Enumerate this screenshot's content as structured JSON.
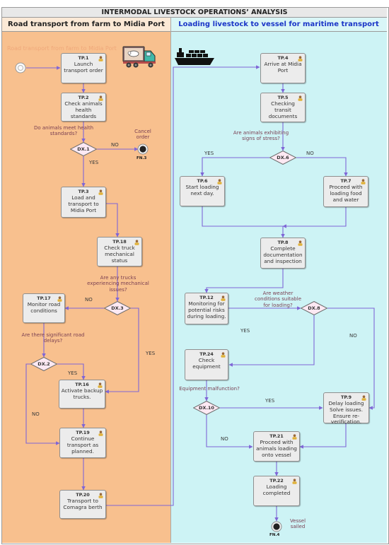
{
  "title": "INTERMODAL LIVESTOCK OPERATIONS’ ANALYSIS",
  "lanes": {
    "road": {
      "title": "Road transport from farm to Midia Port",
      "ghost": "Road transport from farm to Midia Port"
    },
    "sea": {
      "title": "Loading livestock to vessel for maritime transport"
    }
  },
  "colors": {
    "road_lane": "#f8c08e",
    "sea_lane": "#cdf3f5",
    "edge": "#7f66d6",
    "node_fill": "#ececec",
    "sea_title": "#1a35c7",
    "decision_fill": "#fde9f3"
  },
  "icons": {
    "truck": "livestock-truck-icon",
    "ship": "cargo-ship-icon",
    "task": "person-task-icon"
  },
  "nodes": {
    "tp1": {
      "id": "TP.1",
      "label": "Launch transport order"
    },
    "tp2": {
      "id": "TP.2",
      "label": "Check animals health standards"
    },
    "tp3": {
      "id": "TP.3",
      "label": "Load and transport to Midia Port"
    },
    "tp18": {
      "id": "TP.18",
      "label": "Check truck mechanical status"
    },
    "tp17": {
      "id": "TP.17",
      "label": "Monitor road conditions"
    },
    "tp16": {
      "id": "TP.16",
      "label": "Activate backup trucks."
    },
    "tp19": {
      "id": "TP.19",
      "label": "Continue transport as planned."
    },
    "tp20": {
      "id": "TP.20",
      "label": "Transport to Comagra berth"
    },
    "tp4": {
      "id": "TP.4",
      "label": "Arrive at Midia Port"
    },
    "tp5": {
      "id": "TP.5",
      "label": "Checking transit documents"
    },
    "tp6": {
      "id": "TP.6",
      "label": "Start loading next day."
    },
    "tp7": {
      "id": "TP.7",
      "label": "Proceed with loading food and water"
    },
    "tp8": {
      "id": "TP.8",
      "label": "Complete documentation and inspection"
    },
    "tp12": {
      "id": "TP.12",
      "label": "Monitoring for potential risks during loading."
    },
    "tp24": {
      "id": "TP.24",
      "label": "Check equipment"
    },
    "tp9": {
      "id": "TP.9",
      "label": "Delay loading Solve issues. Ensure re-verification."
    },
    "tp21": {
      "id": "TP.21",
      "label": "Proceed with animals loading onto vessel"
    },
    "tp22": {
      "id": "TP.22",
      "label": "Loading completed"
    }
  },
  "decisions": {
    "dx1": {
      "id": "DX.1",
      "question": "Do animals meet health standards?"
    },
    "dx3": {
      "id": "DX.3",
      "question": "Are any trucks experiencing mechanical issues?"
    },
    "dx2": {
      "id": "DX.2",
      "question": "Are there significant road delays?"
    },
    "dx6": {
      "id": "DX.6",
      "question": "Are animals exhibiting signs of stress?"
    },
    "dx8": {
      "id": "DX.8",
      "question": "Are weather conditions suitable for loading?"
    },
    "dx10": {
      "id": "DX.10",
      "question": "Equipment malfunction?"
    }
  },
  "ends": {
    "fn3": {
      "id": "FN.3",
      "label": "Cancel order"
    },
    "fn4": {
      "id": "FN.4",
      "label": "Vessel sailed"
    }
  },
  "edge_labels": {
    "dx1_no": "NO",
    "dx1_yes": "YES",
    "dx3_no": "NO",
    "dx3_yes": "YES",
    "dx2_yes": "YES",
    "dx2_no": "NO",
    "dx6_yes": "YES",
    "dx6_no": "NO",
    "dx8_yes": "YES",
    "dx8_no": "NO",
    "dx10_yes": "YES",
    "dx10_no": "NO"
  }
}
